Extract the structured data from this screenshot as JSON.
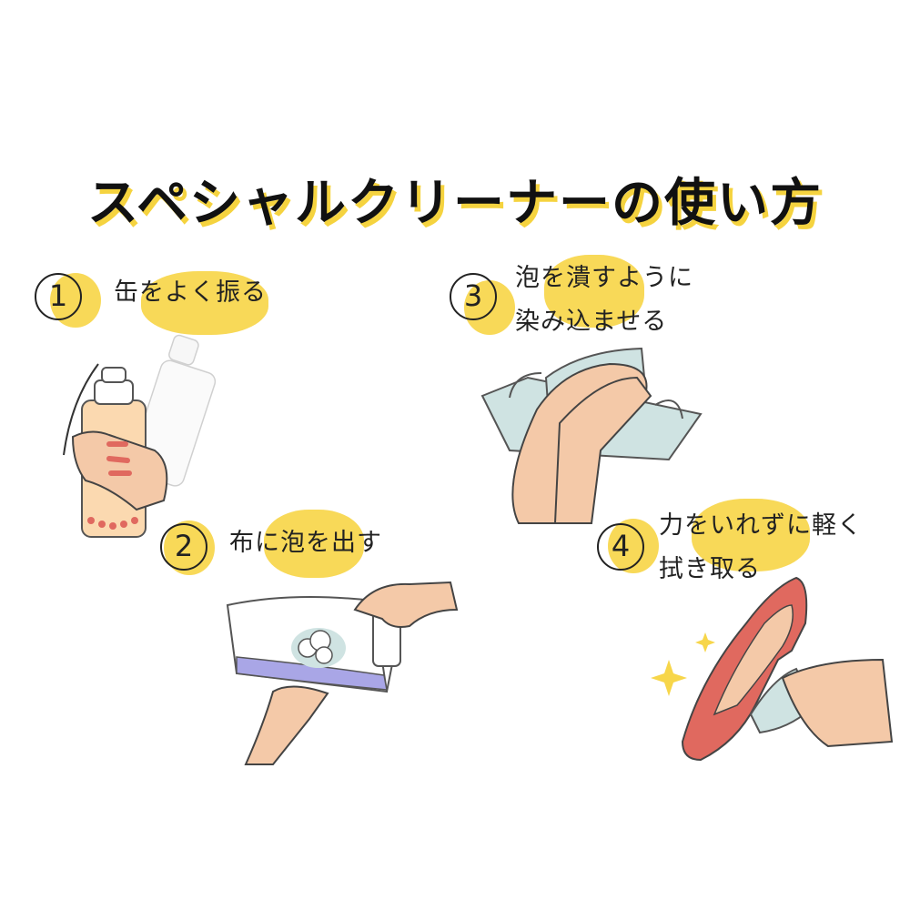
{
  "title": "スペシャルクリーナーの使い方",
  "steps": [
    {
      "number": "1",
      "lines": [
        "缶をよく振る"
      ]
    },
    {
      "number": "2",
      "lines": [
        "布に泡を出す"
      ]
    },
    {
      "number": "3",
      "lines": [
        "泡を潰すように",
        "染み込ませる"
      ]
    },
    {
      "number": "4",
      "lines": [
        "力をいれずに軽く",
        "拭き取る"
      ]
    }
  ],
  "colors": {
    "accent_yellow": "#f7d64a",
    "skin": "#f4c9a8",
    "can": "#fbd9b0",
    "shoe": "#e0695f",
    "cloth_stripe": "#a9a6e6",
    "cloth_teal": "#cfe3e2"
  },
  "icons": [
    "spray-can-icon",
    "cloth-icon",
    "hand-icon",
    "shoe-icon",
    "sparkle-icon"
  ]
}
